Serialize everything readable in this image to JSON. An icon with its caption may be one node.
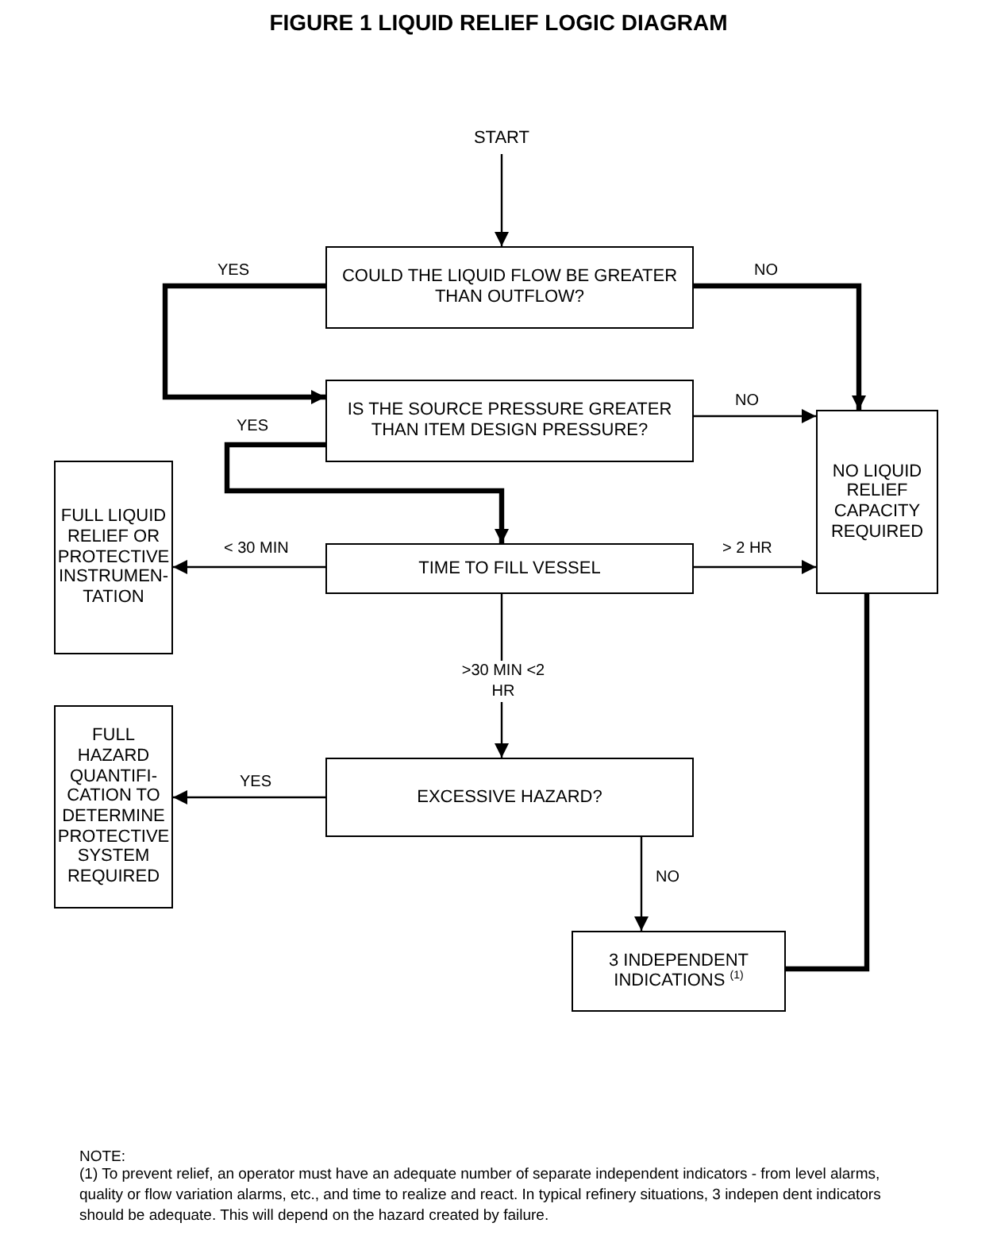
{
  "diagram": {
    "title": "FIGURE 1 LIQUID RELIEF LOGIC DIAGRAM",
    "nodes": [
      {
        "text": [
          "START"
        ]
      },
      {
        "text": [
          "COULD THE LIQUID FLOW BE GREATER THAN OUTFLOW?"
        ]
      },
      {
        "text": [
          "IS THE SOURCE PRESSURE GREATER THAN ITEM DESIGN PRESSURE?"
        ]
      },
      {
        "text": [
          "NO LIQUID RELIEF CAPACITY REQUIRED"
        ]
      },
      {
        "text": [
          "FULL LIQUID RELIEF OR PROTECTIVE INSTRUMEN- TATION"
        ]
      },
      {
        "text": [
          "TIME TO FILL VESSEL"
        ]
      },
      {
        "text": [
          "FULL HAZARD QUANTIFI- CATION TO DETERMINE PROTECTIVE SYSTEM REQUIRED"
        ]
      },
      {
        "text": [
          "EXCESSIVE HAZARD?"
        ]
      },
      {
        "text": [
          "3 INDEPENDENT INDICATIONS $^{(1)}$"
        ]
      }
    ],
    "edges": [
      {
        "from": 0,
        "to": 1,
        "arrow": "to"
      },
      {
        "from": 1,
        "to": 2,
        "arrow": "to",
        "label": "YES",
        "style": "thick"
      },
      {
        "from": 1,
        "to": 3,
        "arrow": "to",
        "label": "NO",
        "style": "thick"
      },
      {
        "from": 2,
        "to": 3,
        "arrow": "to",
        "label": "NO"
      },
      {
        "from": 2,
        "to": 5,
        "arrow": "to",
        "label": "YES",
        "style": "thick"
      },
      {
        "from": 5,
        "to": 4,
        "arrow": "to",
        "label": "< 30 MIN"
      },
      {
        "from": 5,
        "to": 3,
        "arrow": "to",
        "label": "> 2 HR"
      },
      {
        "from": 5,
        "to": 7,
        "arrow": "to",
        "label": ">30 MIN <2 HR"
      },
      {
        "from": 7,
        "to": 6,
        "arrow": "to",
        "label": "YES"
      },
      {
        "from": 7,
        "to": 8,
        "arrow": "to",
        "label": "NO"
      },
      {
        "from": 3,
        "to": 8,
        "arrow": "none",
        "style": "thick"
      }
    ],
    "labels": [
      "NOTE:",
      "(1) To prevent relief, an operator must have an adequate number of separate independent indicators - from level alarms, quality or flow variation alarms, etc., and time to realize and react.  In typical refinery situations, 3 indepen dent indicators should be adequate.  This will depend on the hazard created by failure."
    ]
  }
}
